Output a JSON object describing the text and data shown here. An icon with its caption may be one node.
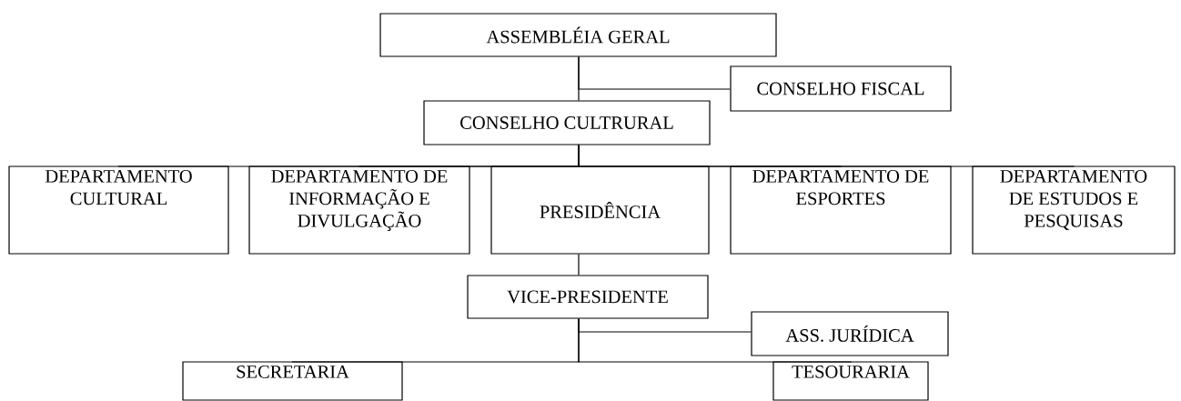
{
  "diagram": {
    "nodes": [
      {
        "text": [
          "ASSEMBLÉIA GERAL"
        ]
      },
      {
        "text": [
          "CONSELHO FISCAL"
        ]
      },
      {
        "text": [
          "CONSELHO CULTRURAL"
        ]
      },
      {
        "text": [
          "DEPARTAMENTO CULTURAL"
        ]
      },
      {
        "text": [
          "DEPARTAMENTO DE INFORMAÇÃO E DIVULGAÇÃO"
        ]
      },
      {
        "text": [
          "PRESIDÊNCIA"
        ]
      },
      {
        "text": [
          "DEPARTAMENTO DE ESPORTES"
        ]
      },
      {
        "text": [
          "DEPARTAMENTO DE ESTUDOS E PESQUISAS"
        ]
      },
      {
        "text": [
          "VICE-PRESIDENTE"
        ]
      },
      {
        "text": [
          "ASS. JURÍDICA"
        ]
      },
      {
        "text": [
          "SECRETARIA"
        ]
      },
      {
        "text": [
          "TESOURARIA"
        ]
      }
    ],
    "edges": [
      {
        "from": 0,
        "to": 2,
        "arrow": "none"
      },
      {
        "from": 0,
        "to": 1,
        "arrow": "none"
      },
      {
        "from": 2,
        "to": 3,
        "arrow": "none"
      },
      {
        "from": 2,
        "to": 4,
        "arrow": "none"
      },
      {
        "from": 2,
        "to": 5,
        "arrow": "none"
      },
      {
        "from": 2,
        "to": 6,
        "arrow": "none"
      },
      {
        "from": 2,
        "to": 7,
        "arrow": "none"
      },
      {
        "from": 5,
        "to": 8,
        "arrow": "none"
      },
      {
        "from": 8,
        "to": 9,
        "arrow": "none"
      },
      {
        "from": 8,
        "to": 10,
        "arrow": "none"
      },
      {
        "from": 8,
        "to": 11,
        "arrow": "none"
      }
    ]
  }
}
